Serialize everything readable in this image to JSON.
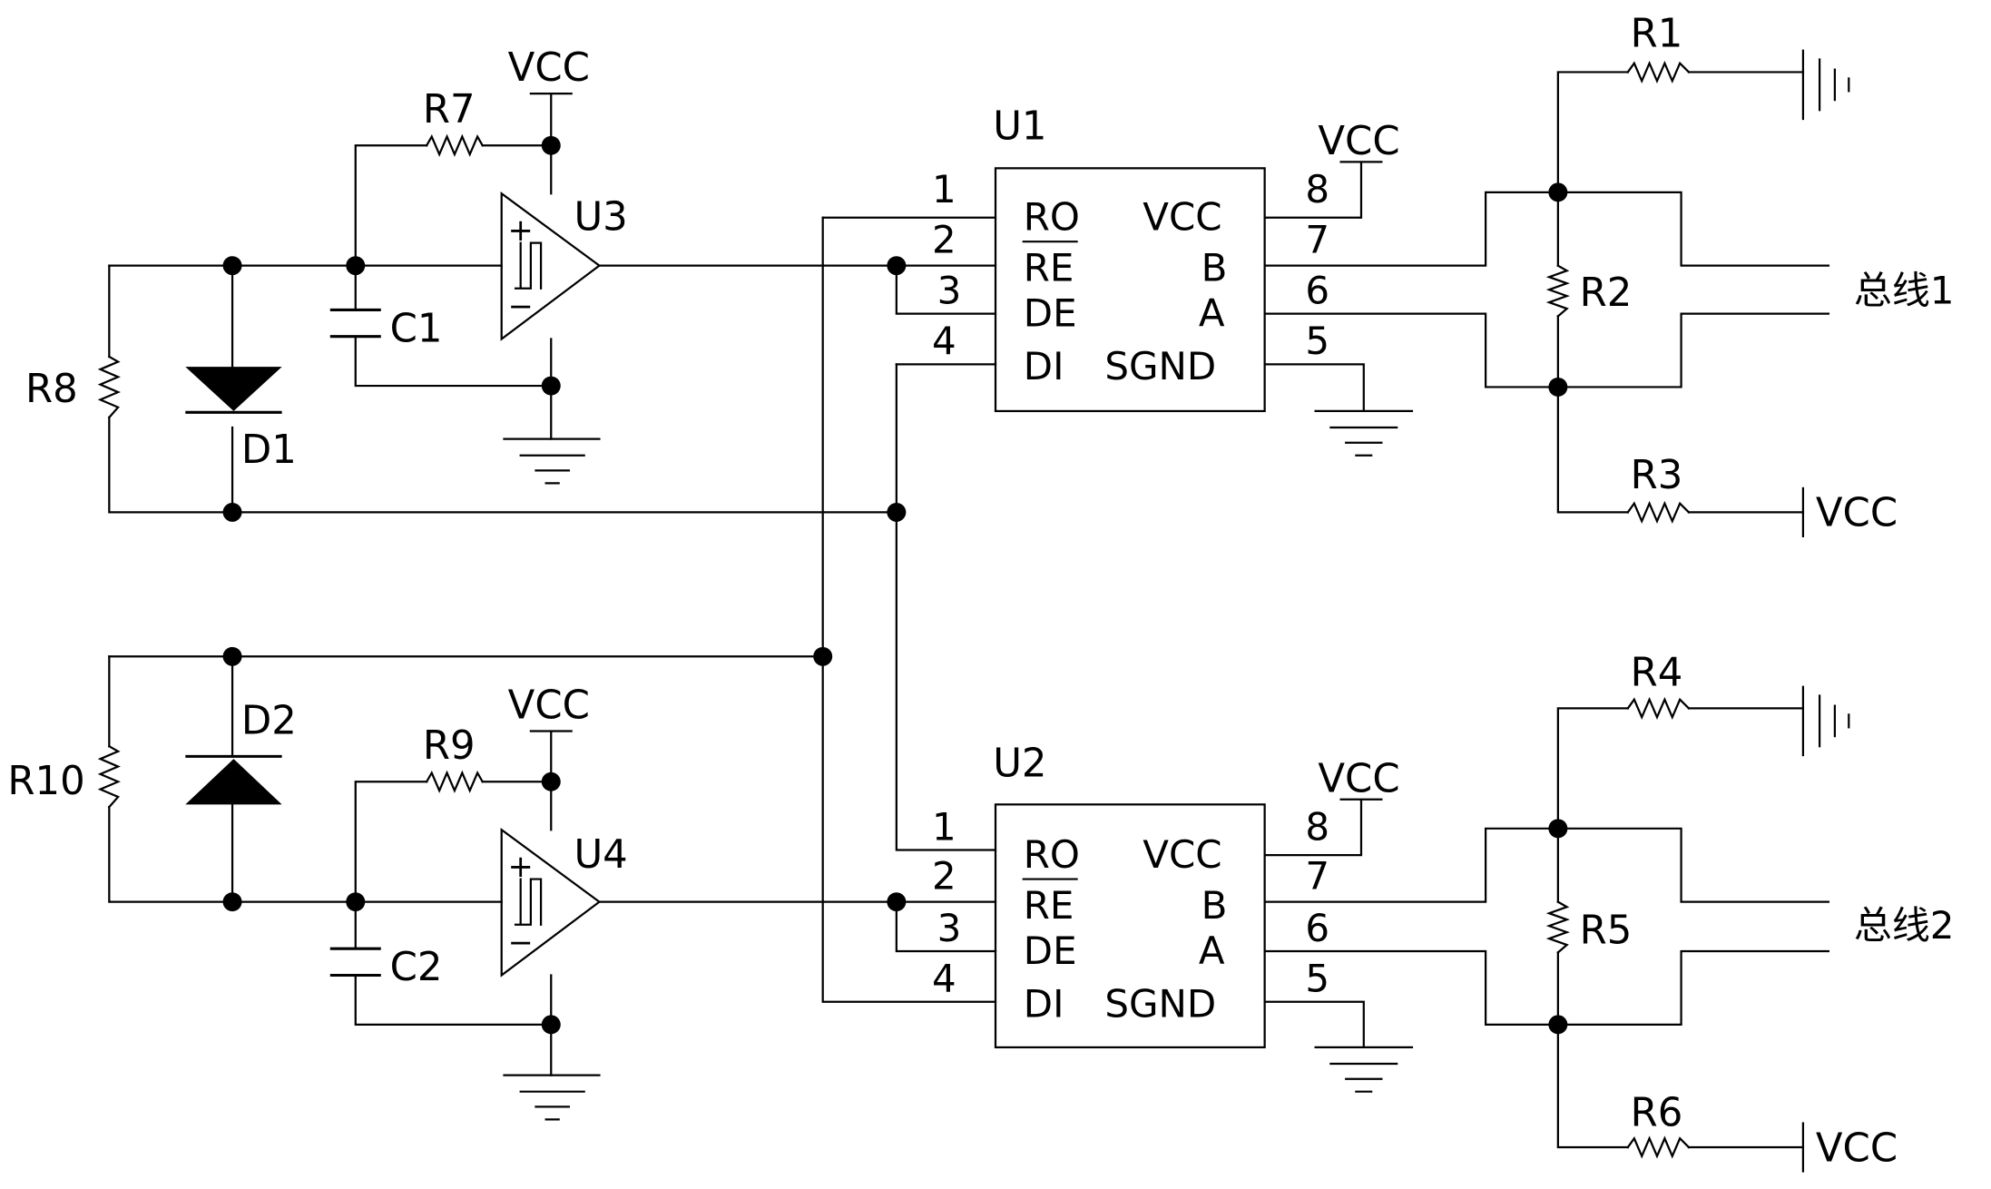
{
  "labels": {
    "vcc": "VCC",
    "r1": "R1",
    "r2": "R2",
    "r3": "R3",
    "r4": "R4",
    "r5": "R5",
    "r6": "R6",
    "r7": "R7",
    "r8": "R8",
    "r9": "R9",
    "r10": "R10",
    "c1": "C1",
    "c2": "C2",
    "d1": "D1",
    "d2": "D2",
    "u1": "U1",
    "u2": "U2",
    "u3": "U3",
    "u4": "U4",
    "bus1": "总线1",
    "bus2": "总线2",
    "plus": "+",
    "minus": "−"
  },
  "transceiver": {
    "pins": [
      "1",
      "2",
      "3",
      "4",
      "5",
      "6",
      "7",
      "8"
    ],
    "ro": "RO",
    "re": "RE",
    "de": "DE",
    "di": "DI",
    "vcc": "VCC",
    "b": "B",
    "a": "A",
    "sgnd": "SGND"
  }
}
